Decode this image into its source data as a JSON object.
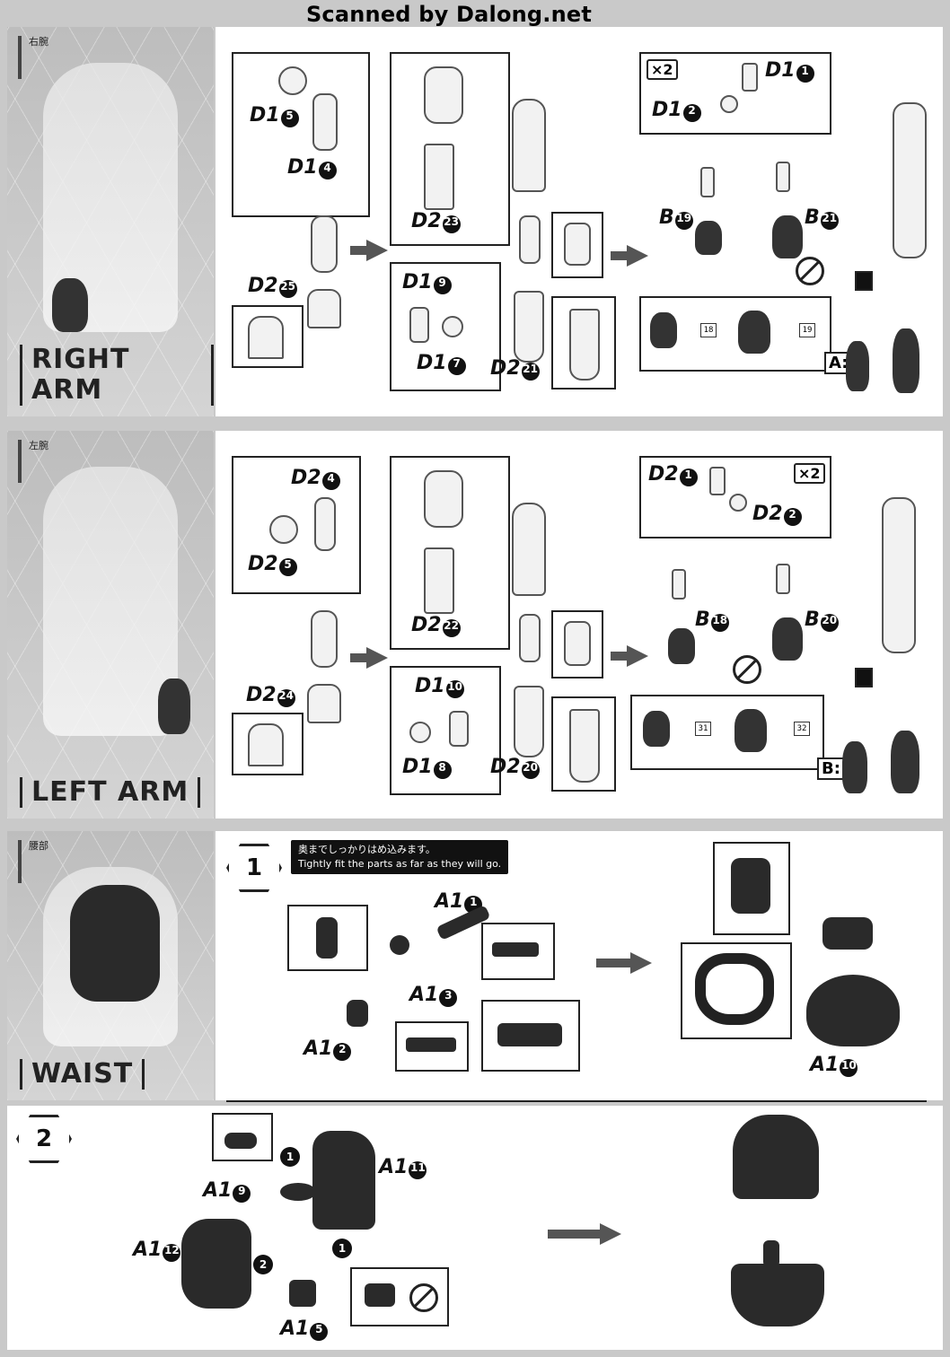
{
  "watermark": "Scanned by Dalong.net",
  "sections": {
    "right_arm": {
      "jp": "右腕",
      "title": "RIGHT ARM",
      "labels": {
        "d15": "D1",
        "d15n": "5",
        "d14": "D1",
        "d14n": "4",
        "d225": "D2",
        "d225n": "25",
        "d223": "D2",
        "d223n": "23",
        "d19": "D1",
        "d19n": "9",
        "d17": "D1",
        "d17n": "7",
        "d221": "D2",
        "d221n": "21",
        "d11": "D1",
        "d11n": "1",
        "d12": "D1",
        "d12n": "2",
        "b19": "B",
        "b19n": "19",
        "b21": "B",
        "b21n": "21"
      },
      "x2": "×2",
      "badge_a": "18",
      "badge_b": "19",
      "hand_set": "A:"
    },
    "left_arm": {
      "jp": "左腕",
      "title": "LEFT ARM",
      "labels": {
        "d24": "D2",
        "d24n": "4",
        "d25": "D2",
        "d25n": "5",
        "d224": "D2",
        "d224n": "24",
        "d222": "D2",
        "d222n": "22",
        "d110": "D1",
        "d110n": "10",
        "d18": "D1",
        "d18n": "8",
        "d220": "D2",
        "d220n": "20",
        "d21": "D2",
        "d21n": "1",
        "d22": "D2",
        "d22n": "2",
        "b18": "B",
        "b18n": "18",
        "b20": "B",
        "b20n": "20"
      },
      "x2": "×2",
      "badge_a": "31",
      "badge_b": "32",
      "hand_set": "B:"
    },
    "waist": {
      "jp": "腰部",
      "title": "WAIST",
      "step1": "1",
      "step2": "2",
      "note_jp": "奥までしっかりはめ込みます。",
      "note_en": "Tightly fit the parts as far as they will go.",
      "labels": {
        "a11": "A1",
        "a11n": "1",
        "a13": "A1",
        "a13n": "3",
        "a12": "A1",
        "a12n": "2",
        "a110": "A1",
        "a110n": "10",
        "a19": "A1",
        "a19n": "9",
        "a111": "A1",
        "a111n": "11",
        "a112": "A1",
        "a112n": "12",
        "a15": "A1",
        "a15n": "5"
      },
      "order1": "1",
      "order2": "2",
      "order3": "1"
    }
  }
}
